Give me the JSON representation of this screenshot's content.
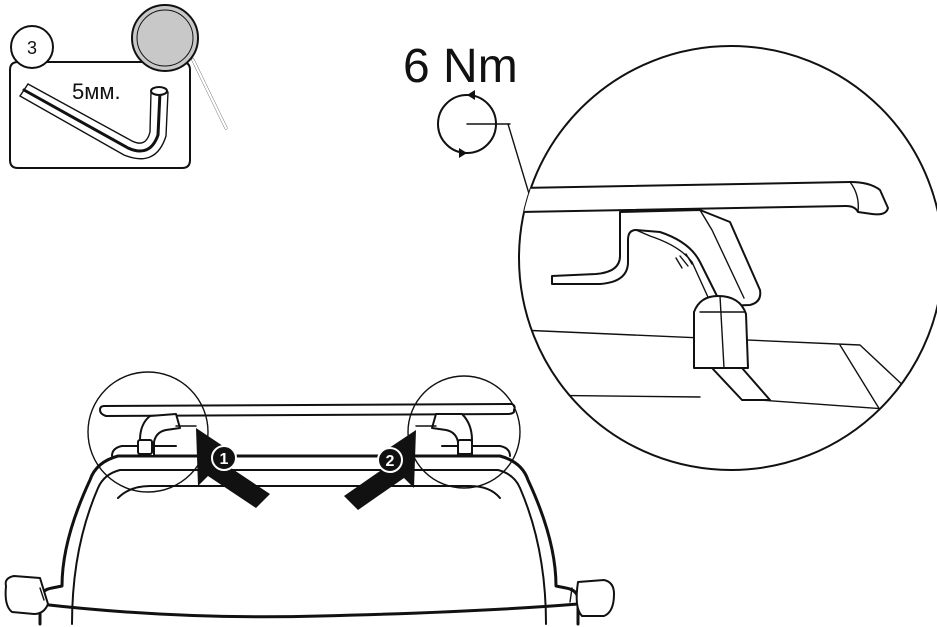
{
  "step": {
    "number": "3"
  },
  "tool": {
    "size_label": "5мм."
  },
  "torque": {
    "value_label": "6 Nm"
  },
  "arrows": [
    {
      "number": "1"
    },
    {
      "number": "2"
    }
  ],
  "icons": {
    "tool": "hex-key-icon",
    "magnifier": "magnifier-icon",
    "rotation": "rotation-icon"
  }
}
